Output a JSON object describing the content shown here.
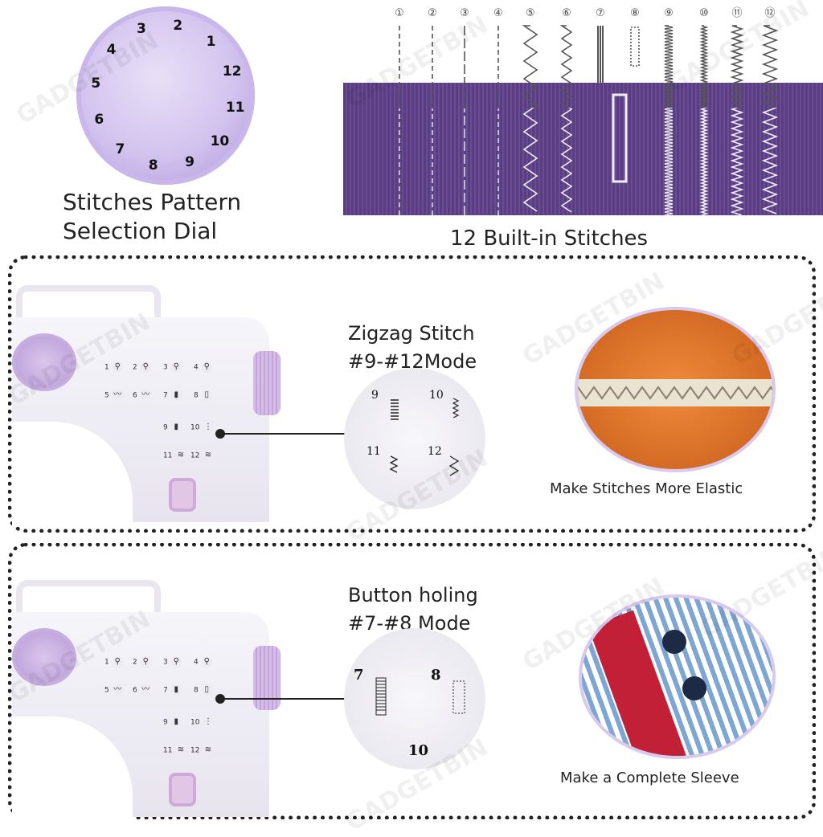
{
  "dial": {
    "numbers": [
      "1",
      "2",
      "3",
      "4",
      "5",
      "6",
      "7",
      "8",
      "9",
      "10",
      "11",
      "12"
    ],
    "caption_line1": "Stitches Pattern",
    "caption_line2": "Selection Dial"
  },
  "stitches": {
    "numbers": [
      "①",
      "②",
      "③",
      "④",
      "⑤",
      "⑥",
      "⑦",
      "⑧",
      "⑨",
      "⑩",
      "⑪",
      "⑫"
    ],
    "types": [
      "dash",
      "dash",
      "longdash",
      "dash",
      "wave",
      "scallop",
      "satin",
      "buttonhole",
      "tightzigzag",
      "finezigzag",
      "zigzag",
      "widezigzag"
    ],
    "caption": "12 Built-in Stitches",
    "fabric_color": "#5b3f85"
  },
  "zigzag_panel": {
    "title_line1": "Zigzag Stitch",
    "title_line2": "#9-#12Mode",
    "mag_labels": [
      "9",
      "10",
      "11",
      "12"
    ],
    "caption": "Make Stitches More Elastic",
    "photo_color": "#e0782e"
  },
  "buttonhole_panel": {
    "title_line1": "Button holing",
    "title_line2": "#7-#8 Mode",
    "mag_labels": [
      "7",
      "8",
      "10"
    ],
    "caption": "Make a Complete Sleeve"
  },
  "machine_keys": [
    "1",
    "2",
    "3",
    "4",
    "5",
    "6",
    "7",
    "8",
    "9",
    "10",
    "11",
    "12"
  ],
  "watermark": "GADGETBIN"
}
